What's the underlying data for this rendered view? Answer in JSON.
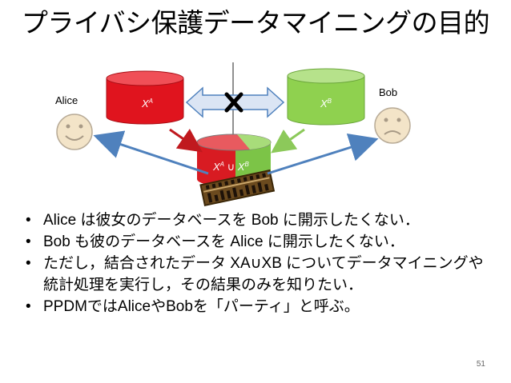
{
  "title": "プライバシ保護データマイニングの目的",
  "parties": {
    "alice": "Alice",
    "bob": "Bob"
  },
  "databases": {
    "a": {
      "name": "X",
      "sup": "A",
      "color": "#e0141e"
    },
    "b": {
      "name": "X",
      "sup": "B",
      "color": "#8fd14f"
    },
    "union": {
      "left": "X",
      "left_sup": "A",
      "op": " ∪ ",
      "right": "X",
      "right_sup": "B"
    }
  },
  "bullets": [
    "Alice は彼女のデータベースを Bob に開示したくない．",
    "Bob も彼のデータベースを Alice に開示したくない．",
    "ただし，結合されたデータ XA∪XB についてデータマイニングや統計処理を実行し，その結果のみを知りたい．",
    "PPDMではAliceやBobを「パーティ」と呼ぶ。"
  ],
  "page_number": "51"
}
